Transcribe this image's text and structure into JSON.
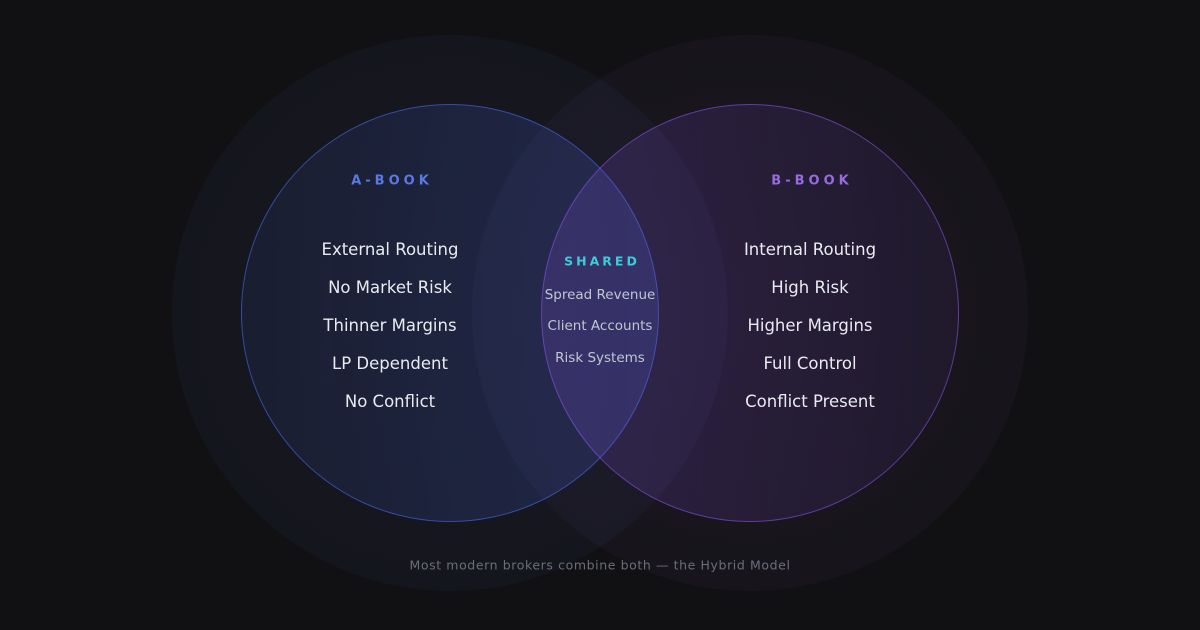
{
  "venn": {
    "left": {
      "label": "A-BOOK",
      "items": [
        "External Routing",
        "No Market Risk",
        "Thinner Margins",
        "LP Dependent",
        "No Conflict"
      ],
      "accent": "#5b79e3",
      "stroke": "#4665d6"
    },
    "right": {
      "label": "B-BOOK",
      "items": [
        "Internal Routing",
        "High Risk",
        "Higher Margins",
        "Full Control",
        "Conflict Present"
      ],
      "accent": "#9a6ae0",
      "stroke": "#8755d9"
    },
    "shared": {
      "label": "SHARED",
      "items": [
        "Spread Revenue",
        "Client Accounts",
        "Risk Systems"
      ],
      "accent": "#3bcdd8"
    },
    "caption": "Most modern brokers combine both — the Hybrid Model",
    "colors": {
      "background": "#111113",
      "item_text": "#e9ebf1",
      "shared_item_text": "#c2c6d2",
      "caption_text": "#6a6e79"
    }
  }
}
